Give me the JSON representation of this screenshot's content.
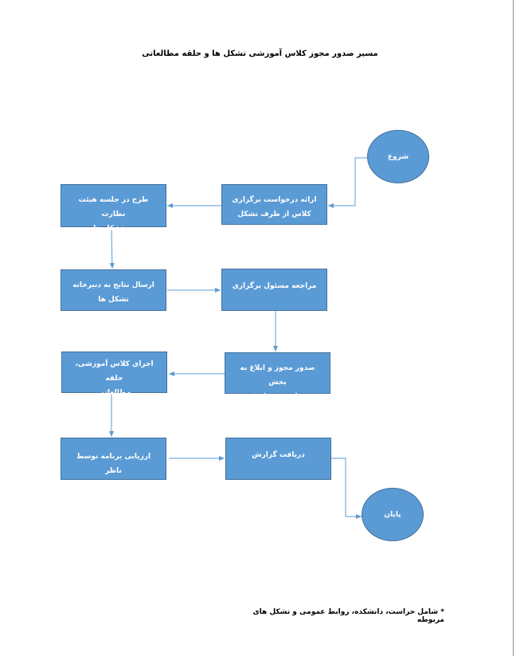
{
  "title": "مسیر صدور مجوز کلاس آموزشی تشکل ها و حلقه مطالعاتی",
  "nodes": {
    "start": "شروع",
    "submit_request": "ارائه درخواست برگزاری\nکلاس از طرف تشکل",
    "board_meeting": "طرح در جلسه هیئت نظارت\nبر تشکل ها",
    "send_results": "ارسال نتایج به دبیرخانه\nتشکل ها",
    "refer_official": "مراجعه مسئول برگزاری",
    "issue_permit": "صدور مجوز و ابلاغ به بخش\nهای مربوطه *",
    "run_class": "اجرای کلاس آموزشی، حلقه\nمطالعاتی",
    "evaluation": "ارزیابی برنامه توسط ناظر",
    "receive_report": "دریافت گزارش",
    "end": "پایان"
  },
  "footnote": "* شامل حراست، دانشکده، روابط عمومی و تشکل های مربوطه",
  "colors": {
    "box_fill": "#5b9bd5",
    "box_border": "#41719c",
    "arrow": "#5b9bd5"
  }
}
